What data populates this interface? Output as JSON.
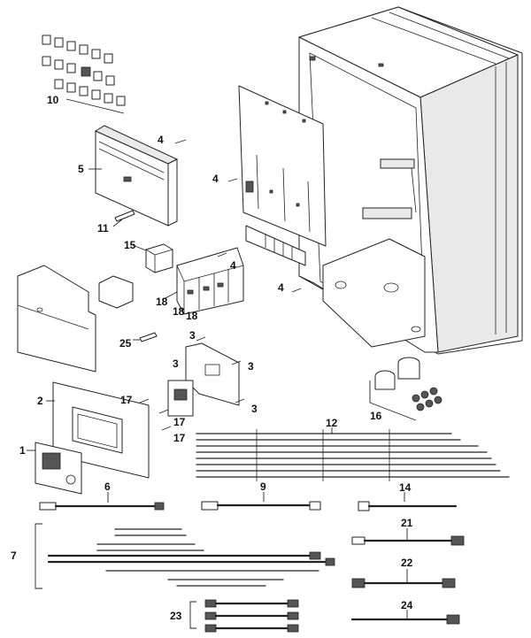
{
  "parts": [
    {
      "id": "num-1",
      "label": "1"
    },
    {
      "id": "num-2",
      "label": "2"
    },
    {
      "id": "num-3a",
      "label": "3"
    },
    {
      "id": "num-3b",
      "label": "3"
    },
    {
      "id": "num-3c",
      "label": "3"
    },
    {
      "id": "num-3d",
      "label": "3"
    },
    {
      "id": "num-4a",
      "label": "4"
    },
    {
      "id": "num-4b",
      "label": "4"
    },
    {
      "id": "num-4c",
      "label": "4"
    },
    {
      "id": "num-4d",
      "label": "4"
    },
    {
      "id": "num-5",
      "label": "5"
    },
    {
      "id": "num-6",
      "label": "6"
    },
    {
      "id": "num-7",
      "label": "7"
    },
    {
      "id": "num-9",
      "label": "9"
    },
    {
      "id": "num-10",
      "label": "10"
    },
    {
      "id": "num-11",
      "label": "11"
    },
    {
      "id": "num-12",
      "label": "12"
    },
    {
      "id": "num-14",
      "label": "14"
    },
    {
      "id": "num-15",
      "label": "15"
    },
    {
      "id": "num-16",
      "label": "16"
    },
    {
      "id": "num-17a",
      "label": "17"
    },
    {
      "id": "num-17b",
      "label": "17"
    },
    {
      "id": "num-17c",
      "label": "17"
    },
    {
      "id": "num-18a",
      "label": "18"
    },
    {
      "id": "num-18b",
      "label": "18"
    },
    {
      "id": "num-18c",
      "label": "18"
    },
    {
      "id": "num-21",
      "label": "21"
    },
    {
      "id": "num-22",
      "label": "22"
    },
    {
      "id": "num-23",
      "label": "23"
    },
    {
      "id": "num-24",
      "label": "24"
    },
    {
      "id": "num-25",
      "label": "25"
    }
  ]
}
